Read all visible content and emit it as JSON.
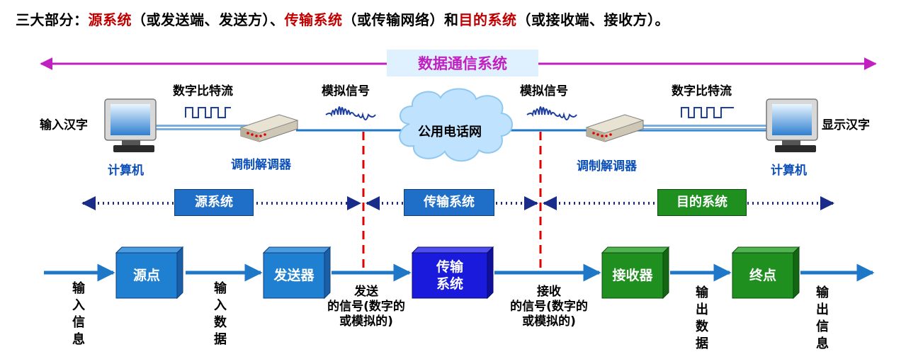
{
  "heading": {
    "p1": "三大部分：",
    "p2": "源系统",
    "p3": "（或发送端、发送方）、",
    "p4": "传输系统",
    "p5": "（或传输网络）和",
    "p6": "目的系统",
    "p7": "（或接收端、接收方）。"
  },
  "top_band": "数据通信系统",
  "network": {
    "left_pc_label": "计算机",
    "right_pc_label": "计算机",
    "input_label": "输入汉字",
    "output_label": "显示汉字",
    "left_digital": "数字比特流",
    "right_digital": "数字比特流",
    "left_analog": "模拟信号",
    "right_analog": "模拟信号",
    "left_modem": "调制解调器",
    "right_modem": "调制解调器",
    "cloud": "公用电话网"
  },
  "systems": {
    "source": "源系统",
    "transmission": "传输系统",
    "destination": "目的系统"
  },
  "pipeline": {
    "source_point": "源点",
    "transmitter": "发送器",
    "transmission_l1": "传输",
    "transmission_l2": "系统",
    "receiver": "接收器",
    "destination_point": "终点",
    "in_info": [
      "输",
      "入",
      "信",
      "息"
    ],
    "in_data": [
      "输",
      "入",
      "数",
      "据"
    ],
    "out_data": [
      "输",
      "出",
      "数",
      "据"
    ],
    "out_info": [
      "输",
      "出",
      "信",
      "息"
    ],
    "sent_l1": "发送",
    "sent_l2": "的信号(数字的",
    "sent_l3": "或模拟的)",
    "recv_l1": "接收",
    "recv_l2": "的信号(数字的",
    "recv_l3": "或模拟的)"
  },
  "colors": {
    "heading_red": "#c00000",
    "band_magenta": "#c020c0",
    "box_blue": "#1f7fd1",
    "box_dark_blue": "#1a1adc",
    "box_green": "#1f8f1f",
    "line_blue": "#1f77c8",
    "dash_red": "#e00000"
  }
}
